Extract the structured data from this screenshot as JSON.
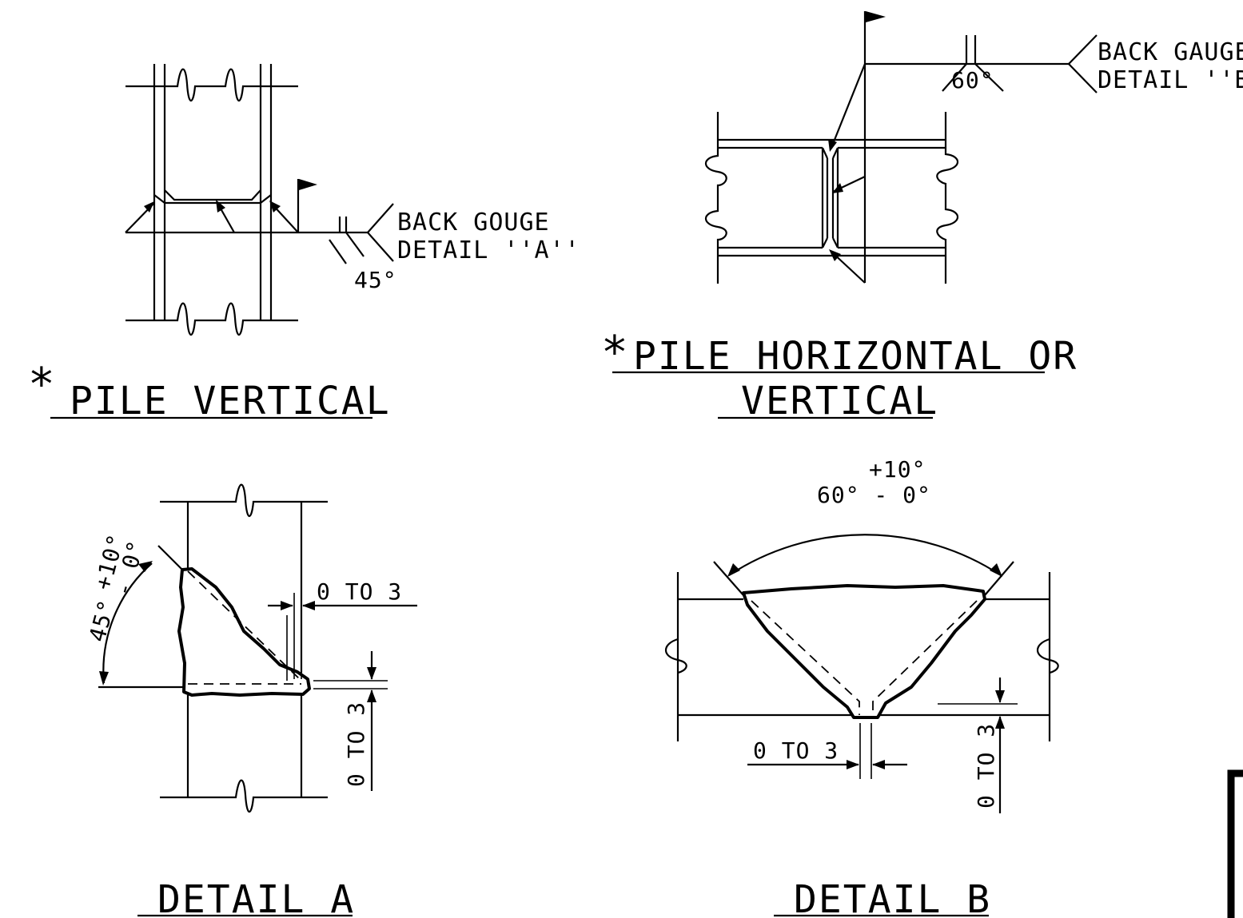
{
  "pile_vertical": {
    "star": "*",
    "title": "PILE VERTICAL",
    "callout_line1": "BACK GOUGE",
    "callout_line2": "DETAIL ''A''",
    "angle": "45°"
  },
  "pile_horizontal": {
    "star": "*",
    "title_line1": "PILE HORIZONTAL OR",
    "title_line2": "VERTICAL",
    "callout_line1": "BACK GAUGE",
    "callout_line2": "DETAIL ''B''",
    "angle": "60°"
  },
  "detail_a": {
    "title": "DETAIL A",
    "angle_main": "45°",
    "angle_plus": "+10°",
    "angle_minus": "- 0°",
    "gap_horizontal": "0 TO 3",
    "gap_vertical": "0 TO 3"
  },
  "detail_b": {
    "title": "DETAIL B",
    "angle_plus": "+10°",
    "angle_main": "60° - 0°",
    "gap_horizontal": "0 TO 3",
    "gap_vertical": "0 TO 3"
  }
}
